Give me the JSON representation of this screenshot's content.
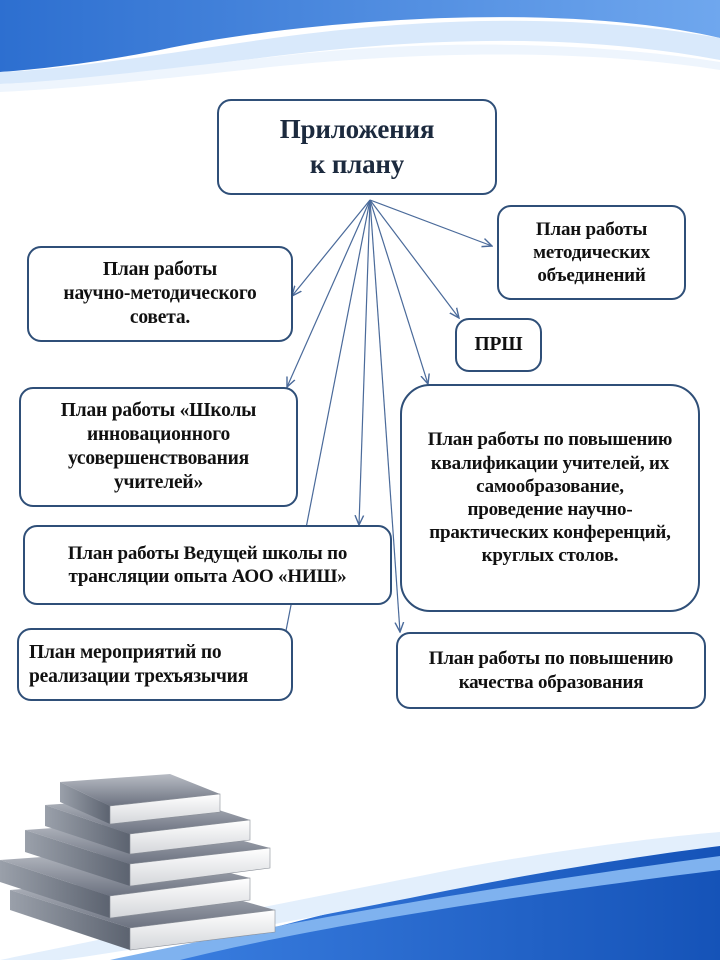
{
  "diagram": {
    "root": {
      "label": "Приложения\nк плану"
    },
    "nodes": [
      {
        "id": "methodical-associations",
        "label": "План работы\nметодических\nобъединений"
      },
      {
        "id": "scientific-council",
        "label": "План работы\nнаучно-методического\nсовета."
      },
      {
        "id": "prsh",
        "label": "ПРШ"
      },
      {
        "id": "innovation-school",
        "label": "План работы  «Школы\nинновационного\nусовершенствования\nучителей»"
      },
      {
        "id": "qualification",
        "label": "План работы по повышению\nквалификации учителей, их\nсамообразование,\nпроведение научно-\nпрактических конференций,\nкруглых столов."
      },
      {
        "id": "leading-school",
        "label": "План работы Ведущей школы по\nтрансляции опыта АОО «НИШ»"
      },
      {
        "id": "trilingual",
        "label": "План мероприятий по\nреализации трехъязычия"
      },
      {
        "id": "education-quality",
        "label": "План работы по повышению\nкачества образования"
      }
    ]
  },
  "colors": {
    "border": "#2f4f78",
    "arrow": "#4a6a9a",
    "wave_dark": "#1a5fc4",
    "wave_light": "#d8e9fb"
  }
}
